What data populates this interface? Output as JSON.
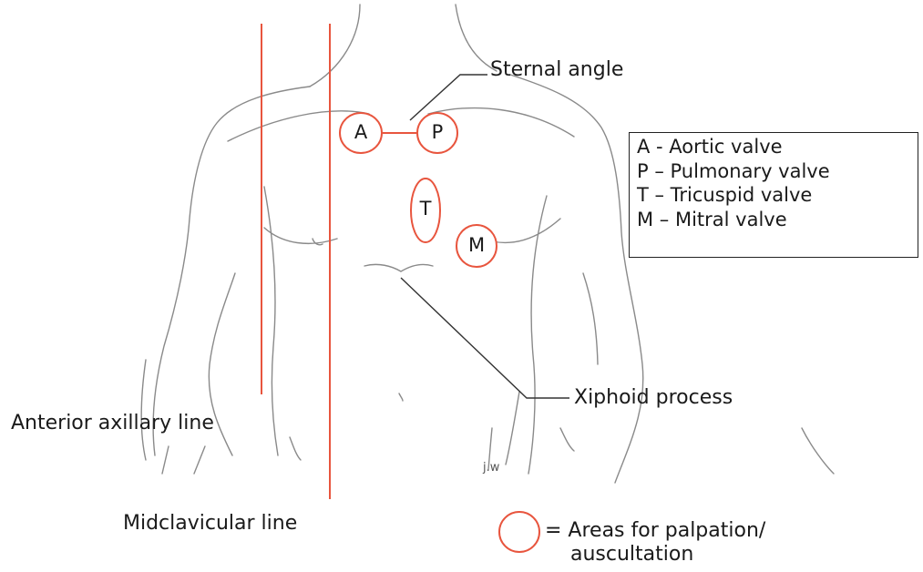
{
  "labels": {
    "sternal_angle": "Sternal angle",
    "xiphoid_process": "Xiphoid process",
    "anterior_axillary_line": "Anterior axillary line",
    "midclavicular_line": "Midclavicular line",
    "signature": "j.w"
  },
  "areas": {
    "aortic": "A",
    "pulmonary": "P",
    "tricuspid": "T",
    "mitral": "M"
  },
  "legend": {
    "items": [
      "A - Aortic valve",
      "P – Pulmonary valve",
      "T – Tricuspid valve",
      "M – Mitral valve"
    ]
  },
  "key": {
    "line1": "= Areas for palpation/",
    "line2": "auscultation"
  },
  "colors": {
    "accent": "#e8553e",
    "outline": "#8a8a8a"
  }
}
